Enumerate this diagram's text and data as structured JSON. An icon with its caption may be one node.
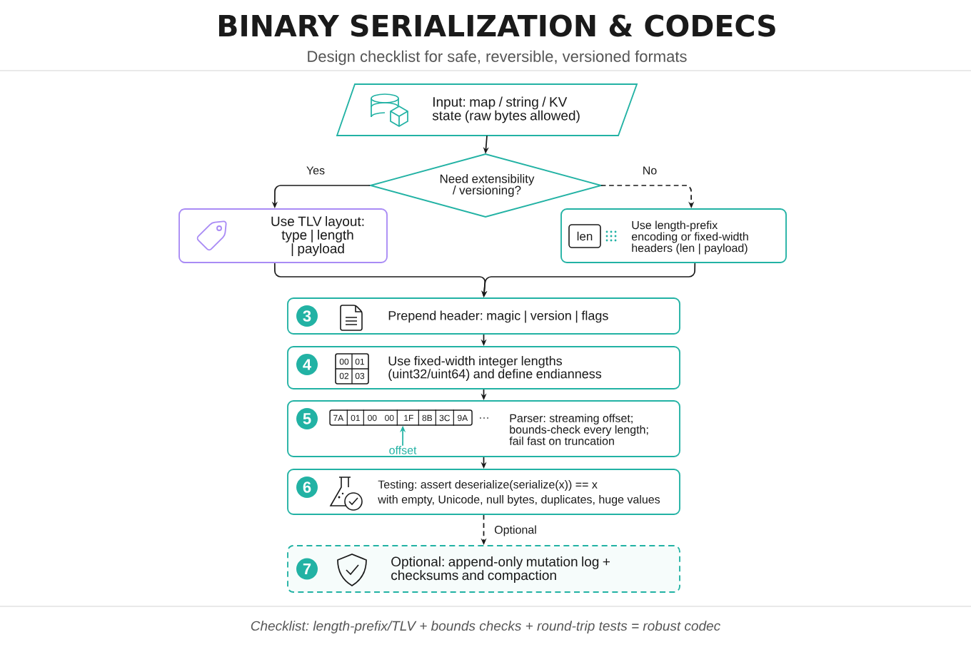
{
  "diagram": {
    "title": "BINARY SERIALIZATION & CODECS",
    "caption": "Checklist: length-prefix/TLV + bounds checks + round-trip tests = robust codec",
    "nodes": [
      {
        "text": [
          "Input: map / string / KV state (raw bytes allowed)"
        ]
      },
      {
        "text": [
          "Need extensibility / versioning?"
        ]
      },
      {
        "text": [
          "Use TLV layout: type | length | payload"
        ]
      },
      {
        "text": [
          "len",
          "Use length-prefix encoding or fixed-width headers (len | payload)"
        ]
      },
      {
        "text": [
          "3",
          "Prepend header: magic | version | flags"
        ]
      },
      {
        "text": [
          "4",
          "Use fixed-width integer lengths (uint32/uint64) and define endianness"
        ]
      },
      {
        "text": [
          "5",
          "Parser: streaming offset; bounds-check every length; fail fast on truncation"
        ]
      },
      {
        "text": [
          "6",
          "Testing: assert deserialize(serialize(x)) == x",
          "with empty, Unicode, null bytes, duplicates, huge values"
        ]
      },
      {
        "text": [
          "7",
          "Optional: append-only mutation log + checksums and compaction"
        ]
      },
      {
        "text": [
          "7A",
          "01",
          "00",
          "00",
          "1F",
          "8B",
          "3C",
          "9A"
        ],
        "in": 6
      },
      {
        "text": [
          "offset"
        ],
        "in": 6
      }
    ],
    "edges": [
      {
        "from": 0,
        "to": 1,
        "arrow": "to"
      },
      {
        "from": 1,
        "to": 2,
        "arrow": "to",
        "label": "Yes"
      },
      {
        "from": 1,
        "to": 3,
        "arrow": "to",
        "label": "No",
        "style": "dashed"
      },
      {
        "from": 2,
        "to": 4,
        "arrow": "to"
      },
      {
        "from": 3,
        "to": 4,
        "arrow": "to"
      },
      {
        "from": 4,
        "to": 5,
        "arrow": "to"
      },
      {
        "from": 5,
        "to": 6,
        "arrow": "to"
      },
      {
        "from": 6,
        "to": 7,
        "arrow": "to"
      },
      {
        "from": 7,
        "to": 8,
        "arrow": "to",
        "label": "Optional",
        "style": "dashed"
      },
      {
        "from": 10,
        "to": 9,
        "arrow": "to",
        "color": "#22b2a4"
      }
    ],
    "labels": [
      "Design checklist for safe, reversible, versioned formats",
      "00",
      "01",
      "02",
      "03",
      "…"
    ]
  }
}
